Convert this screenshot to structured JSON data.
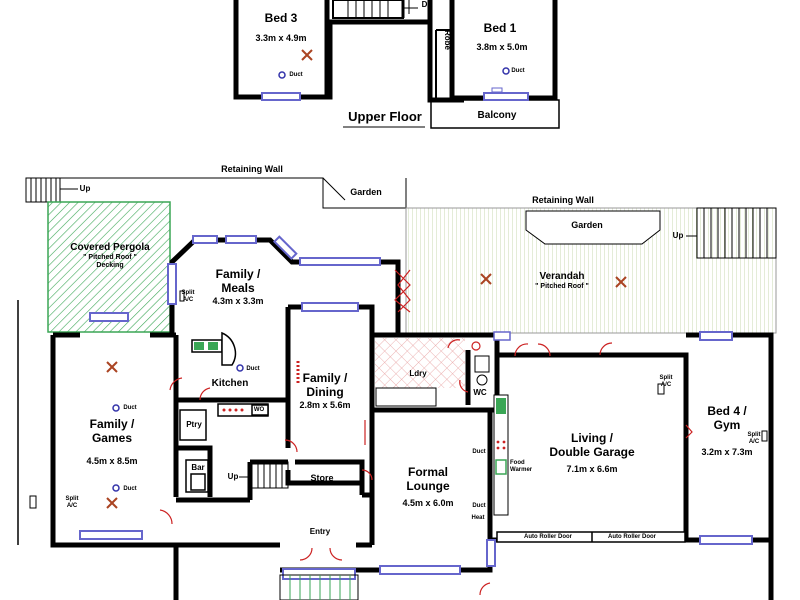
{
  "upper": {
    "bed3": {
      "name": "Bed 3",
      "size": "3.3m x 4.9m"
    },
    "bed1": {
      "name": "Bed 1",
      "size": "3.8m x 5.0m"
    },
    "robe": "Robe",
    "dn": "Dn",
    "balcony": "Balcony",
    "title": "Upper Floor",
    "duct": "Duct"
  },
  "lower": {
    "retaining_wall_1": "Retaining Wall",
    "retaining_wall_2": "Retaining Wall",
    "garden_1": "Garden",
    "garden_2": "Garden",
    "up_1": "Up",
    "up_2": "Up",
    "up_3": "Up",
    "pergola": {
      "name": "Covered Pergola",
      "sub1": "\" Pitched Roof \"",
      "sub2": "Decking"
    },
    "family_meals": {
      "line1": "Family /",
      "line2": "Meals",
      "size": "4.3m x 3.3m"
    },
    "verandah": {
      "name": "Verandah",
      "sub": "\" Pitched Roof \""
    },
    "split_ac": "Split A/C",
    "kitchen": "Kitchen",
    "wo": "WO",
    "ptry": "Ptry",
    "bar": "Bar",
    "family_games": {
      "line1": "Family /",
      "line2": "Games",
      "size": "4.5m x 8.5m"
    },
    "family_dining": {
      "line1": "Family /",
      "line2": "Dining",
      "size": "2.8m x 5.6m"
    },
    "store": "Store",
    "entry": "Entry",
    "ldry": "Ldry",
    "wc": "WC",
    "formal_lounge": {
      "line1": "Formal",
      "line2": "Lounge",
      "size": "4.5m x 6.0m"
    },
    "heat": "Heat",
    "food_warmer": "Food Warmer",
    "living": {
      "line1": "Living /",
      "line2": "Double Garage",
      "size": "7.1m x 6.6m"
    },
    "auto_roller_door_1": "Auto Roller Door",
    "auto_roller_door_2": "Auto Roller Door",
    "bed4": {
      "line1": "Bed 4 /",
      "line2": "Gym",
      "size": "3.2m x 7.3m"
    },
    "duct": "Duct"
  },
  "colors": {
    "wall": "#000000",
    "window": "#6666cc",
    "pergola_hatch": "#3aa655",
    "verandah_hatch": "#c8d8b0",
    "door_red": "#cc2222",
    "duct": "#3333aa"
  }
}
